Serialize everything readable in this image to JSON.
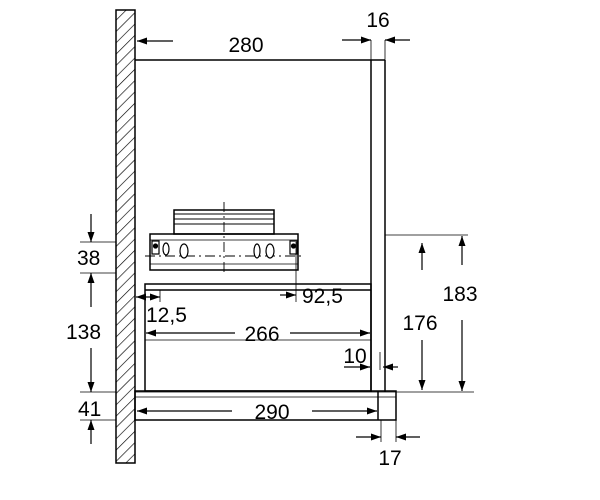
{
  "dimensions": {
    "top_width": "280",
    "top_gap": "16",
    "height_38": "38",
    "height_138": "138",
    "height_41": "41",
    "offset_12_5": "12,5",
    "offset_92_5": "92,5",
    "width_266": "266",
    "gap_10": "10",
    "height_176": "176",
    "height_183": "183",
    "bottom_width": "290",
    "bottom_gap": "17"
  }
}
